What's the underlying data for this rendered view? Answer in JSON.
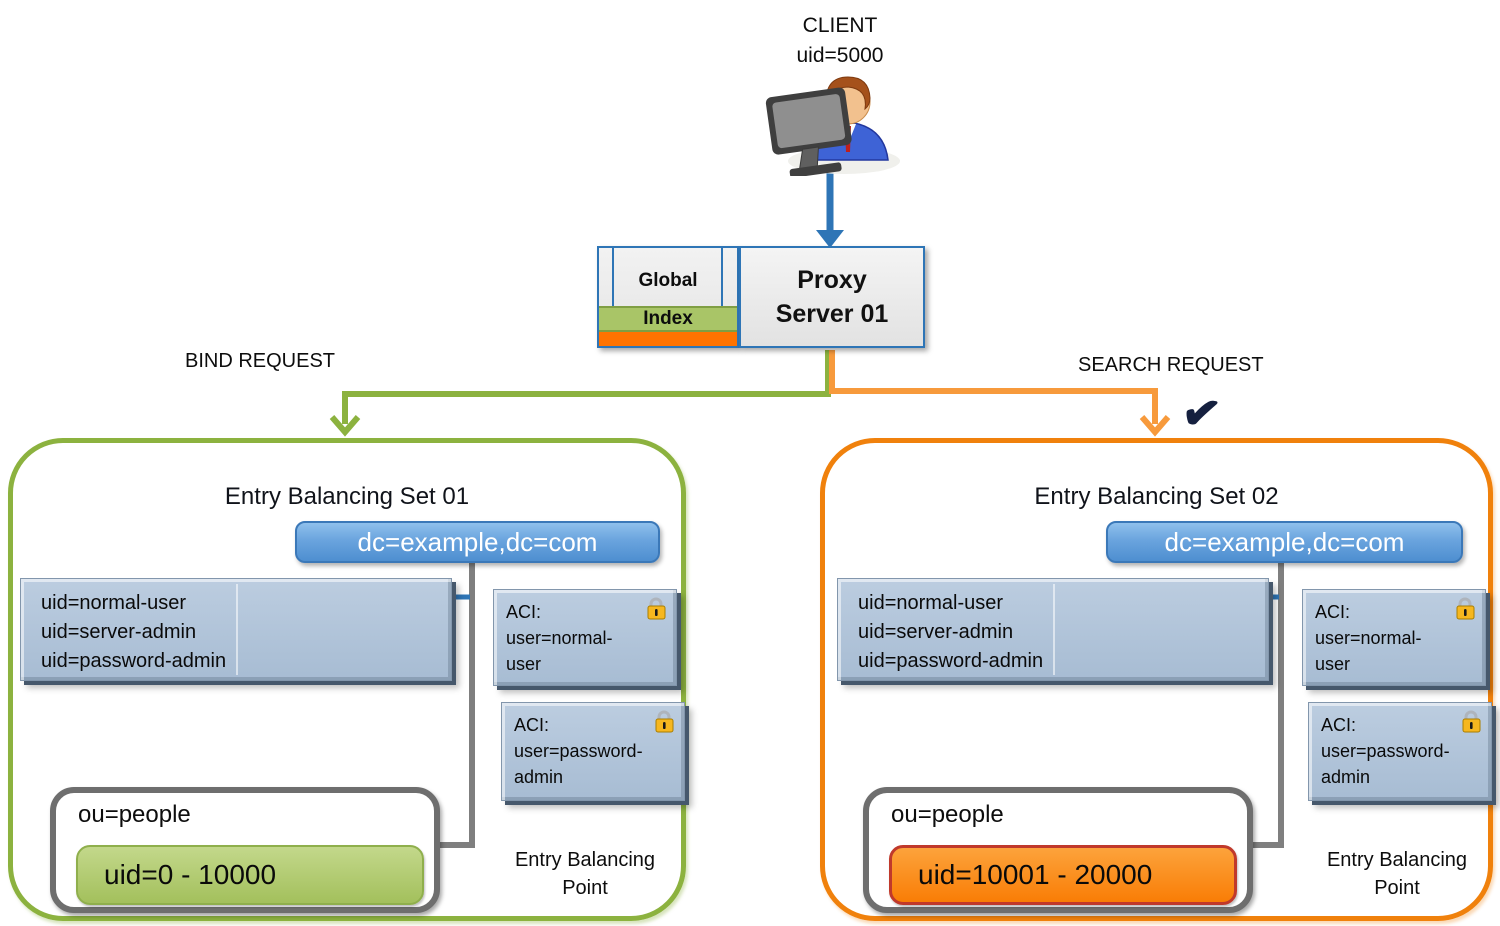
{
  "client": {
    "title": "CLIENT",
    "uid": "uid=5000"
  },
  "proxy": {
    "global_label": "Global",
    "index_label": "Index",
    "name_line1": "Proxy",
    "name_line2": "Server 01"
  },
  "labels": {
    "bind_request": "BIND REQUEST",
    "search_request": "SEARCH REQUEST",
    "checkmark": "✔"
  },
  "sets": [
    {
      "title": "Entry Balancing Set 01",
      "dn": "dc=example,dc=com",
      "uids": [
        "uid=normal-user",
        "uid=server-admin",
        "uid=password-admin"
      ],
      "acis": [
        {
          "lines": [
            "ACI:",
            "user=normal-",
            "user"
          ]
        },
        {
          "lines": [
            "ACI:",
            "user=password-",
            "admin"
          ]
        }
      ],
      "ou_label": "ou=people",
      "uid_range": "uid=0 - 10000",
      "point_line1": "Entry Balancing",
      "point_line2": "Point",
      "accent_color": "#8CB23F",
      "range_fill": "#A9C467"
    },
    {
      "title": "Entry Balancing Set 02",
      "dn": "dc=example,dc=com",
      "uids": [
        "uid=normal-user",
        "uid=server-admin",
        "uid=password-admin"
      ],
      "acis": [
        {
          "lines": [
            "ACI:",
            "user=normal-",
            "user"
          ]
        },
        {
          "lines": [
            "ACI:",
            "user=password-",
            "admin"
          ]
        }
      ],
      "ou_label": "ou=people",
      "uid_range": "uid=10001 - 20000",
      "point_line1": "Entry Balancing",
      "point_line2": "Point",
      "accent_color": "#F0810C",
      "range_fill": "#FB8C1E"
    }
  ],
  "colors": {
    "blue_accent": "#2E75B6",
    "dn_fill": "#5B9BD5",
    "panel_fill": "#AEC2D8",
    "green_arrow": "#8CB23F",
    "orange_arrow": "#F79A3C",
    "index_green": "#A9C567",
    "index_orange": "#FF7300",
    "range_green": "#A9C467",
    "range_orange": "#FB8C1E",
    "range_orange_border": "#C0392B",
    "connector_gray": "#7F7F7F",
    "check_navy": "#15203F"
  }
}
